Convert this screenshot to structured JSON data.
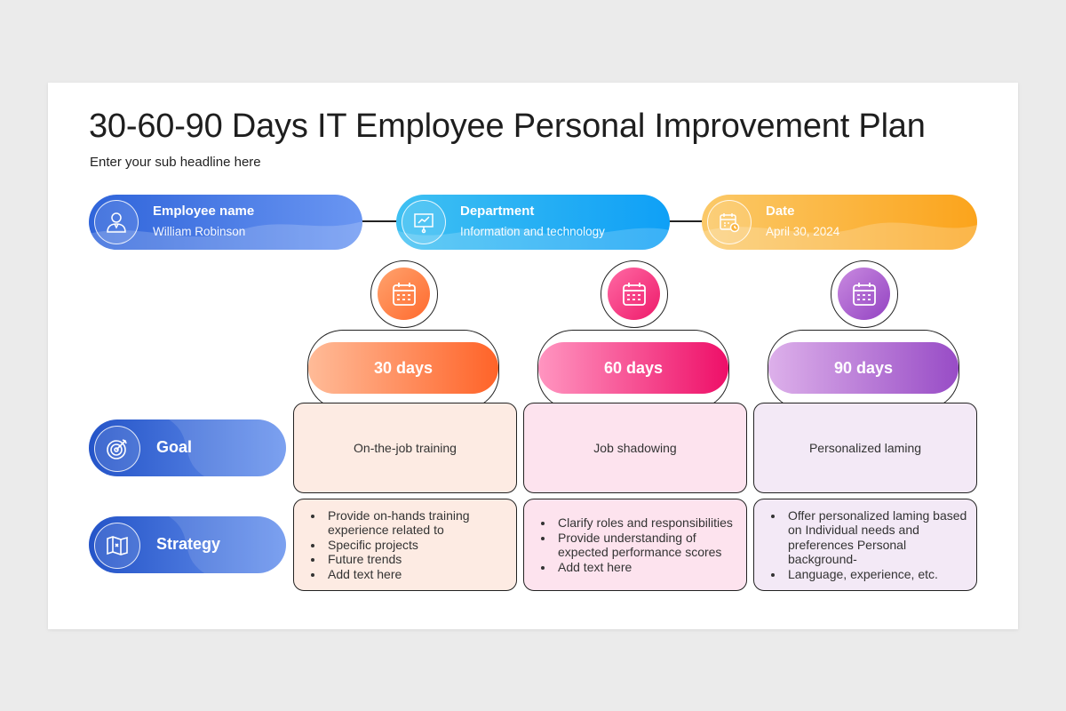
{
  "title": "30-60-90 Days IT Employee Personal Improvement Plan",
  "subtitle": "Enter your sub headline here",
  "info": [
    {
      "label": "Employee name",
      "value": "William Robinson",
      "icon": "user-icon",
      "color_from": "#2f6fe0",
      "color_to": "#5b8df0"
    },
    {
      "label": "Department",
      "value": "Information and technology",
      "icon": "presentation-icon",
      "color_from": "#2fb6f0",
      "color_to": "#12a2f5"
    },
    {
      "label": "Date",
      "value": "April 30, 2024",
      "icon": "calendar-clock-icon",
      "color_from": "#fbc15a",
      "color_to": "#fba31a"
    }
  ],
  "phases": [
    {
      "label": "30 days",
      "icon": "calendar-icon",
      "color_from": "#ffb08a",
      "color_to": "#ff6a2a",
      "box_bg": "#fdebe3"
    },
    {
      "label": "60 days",
      "icon": "calendar-icon",
      "color_from": "#ff8fbc",
      "color_to": "#f01e6e",
      "box_bg": "#fde3ee"
    },
    {
      "label": "90 days",
      "icon": "calendar-icon",
      "color_from": "#d9a6e6",
      "color_to": "#9b4fc7",
      "box_bg": "#f3e9f6"
    }
  ],
  "rows": {
    "goal": {
      "label": "Goal",
      "icon": "target-icon"
    },
    "strategy": {
      "label": "Strategy",
      "icon": "map-icon"
    }
  },
  "goals": [
    "On-the-job training",
    "Job shadowing",
    "Personalized laming"
  ],
  "strategies": [
    [
      "Provide on-hands training experience related to",
      "Specific projects",
      "Future trends",
      "Add text here"
    ],
    [
      "Clarify roles and responsibilities",
      "Provide understanding of expected performance scores",
      "Add text here"
    ],
    [
      "Offer personalized laming based on Individual needs and preferences  Personal background-",
      "Language, experience, etc."
    ]
  ]
}
